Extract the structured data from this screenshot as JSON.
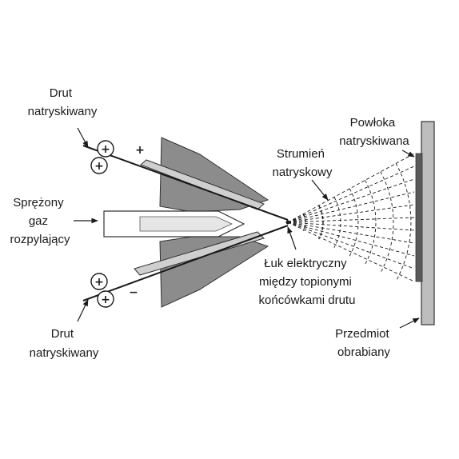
{
  "labels": {
    "top_wire": [
      "Drut",
      "natryskiwany"
    ],
    "bottom_wire": [
      "Drut",
      "natryskiwany"
    ],
    "gas": [
      "Sprężony",
      "gaz",
      "rozpylający"
    ],
    "spray_stream": [
      "Strumień",
      "natryskowy"
    ],
    "coating": [
      "Powłoka",
      "natryskiwana"
    ],
    "arc": [
      "Łuk elektryczny",
      "między topionymi",
      "końcówkami drutu"
    ],
    "workpiece": [
      "Przedmiot",
      "obrabiany"
    ]
  },
  "signs": {
    "top_roller": "+",
    "top_electrode": "+",
    "bottom_roller": "+",
    "bottom_electrode": "−"
  },
  "colors": {
    "gun_body": "#8c8c8c",
    "tube": "#cfcfcf",
    "workpiece": "#bdbdbd",
    "coating": "#5a5a5a",
    "line": "#1a1a1a"
  }
}
